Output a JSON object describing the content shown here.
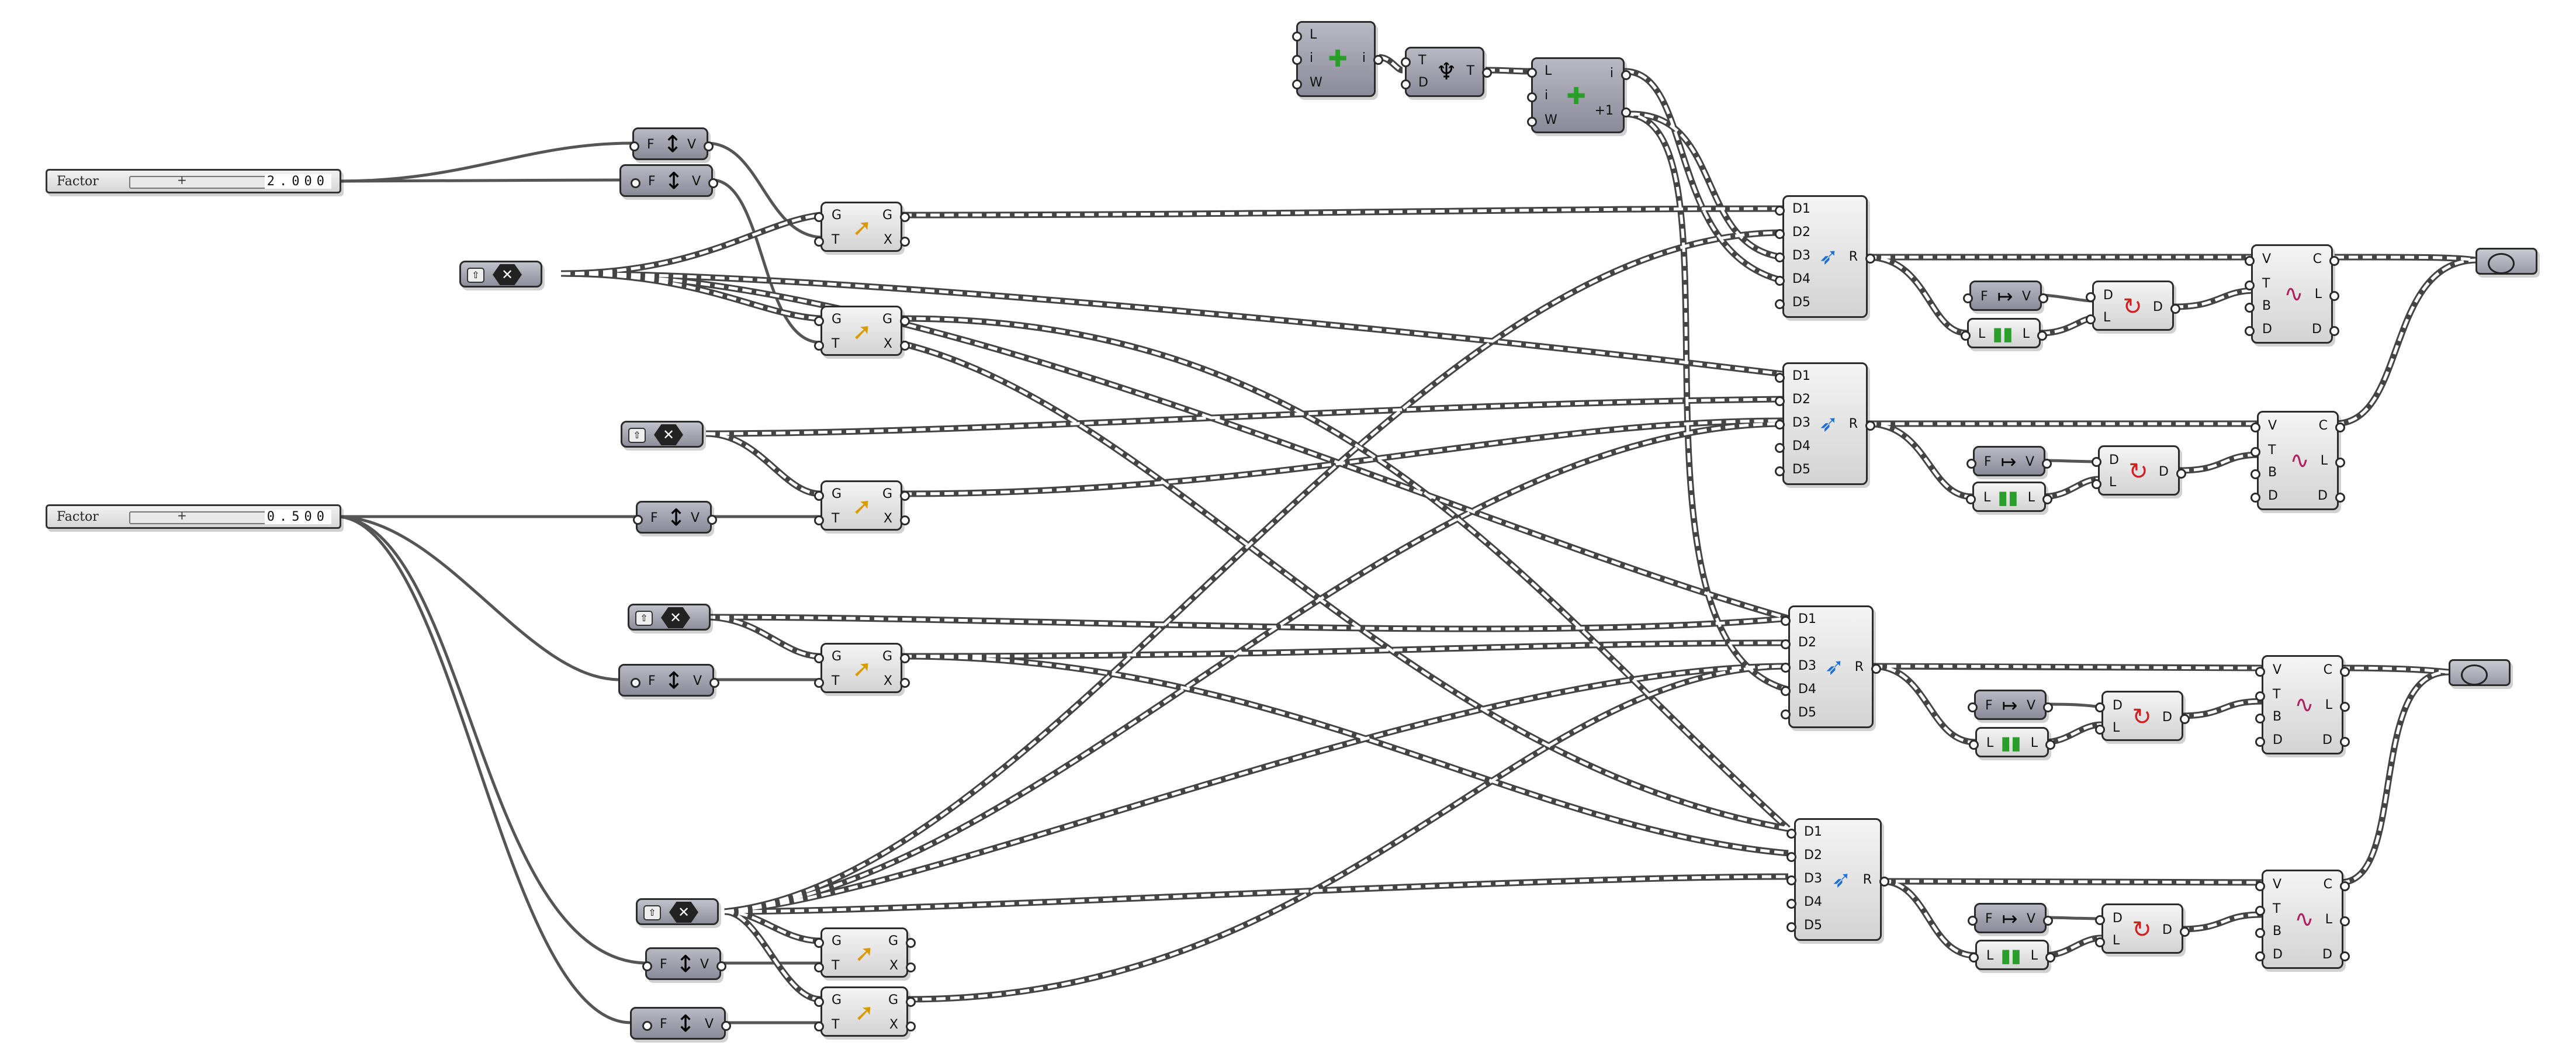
{
  "sliders": [
    {
      "name": "Factor",
      "plus": "+",
      "value": "2.000"
    },
    {
      "name": "Factor",
      "plus": "+",
      "value": "0.500"
    }
  ],
  "labels": {
    "F": "F",
    "V": "V",
    "G": "G",
    "T": "T",
    "X": "X",
    "L": "L",
    "i": "i",
    "W": "W",
    "D": "D",
    "R": "R",
    "C": "C",
    "B": "B",
    "plus1": "+1",
    "D1": "D1",
    "D2": "D2",
    "D3": "D3",
    "D4": "D4",
    "D5": "D5"
  },
  "icons": {
    "move": "move-icon",
    "vector_z": "unit-z-vector-icon",
    "vector_x": "unit-x-vector-icon",
    "merge": "merge-icon",
    "boolean_toggle": "boolean-toggle-icon",
    "list_item": "list-item-icon",
    "tree": "tree-branch-icon",
    "length": "list-length-icon",
    "series": "series-icon",
    "interpolate": "interpolate-curve-icon",
    "geometry_out": "geometry-output-icon"
  },
  "colors": {
    "canvas": "#ffffff",
    "component_light": "#e2e2e2",
    "component_dark": "#9d9daa",
    "wire": "#4a4a4a"
  }
}
